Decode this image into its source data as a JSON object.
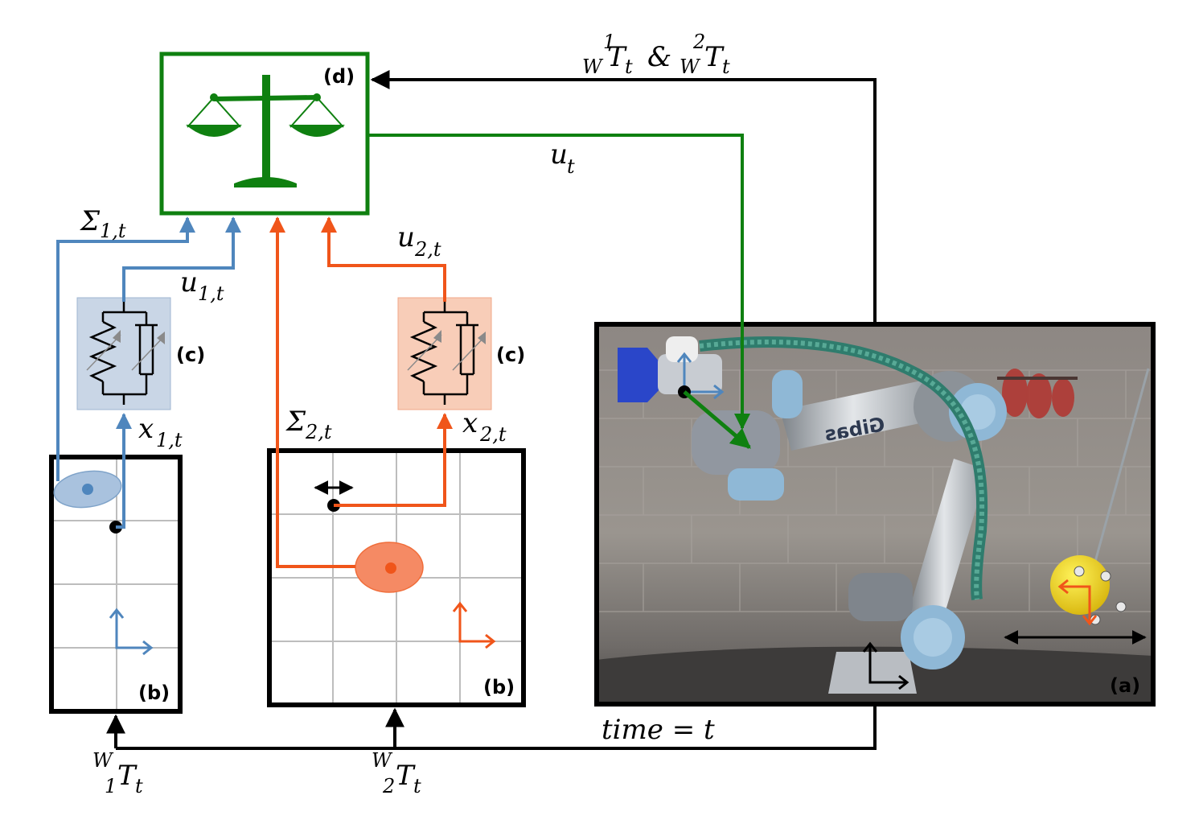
{
  "colors": {
    "green": "#0f8010",
    "blue": "#4f86bd",
    "orange": "#f0551a",
    "black": "#000000",
    "grid": "#bdbdbd",
    "blue_box": "#c9d6e6",
    "orange_box": "#f8cdb8"
  },
  "labels": {
    "tag_d": "(d)",
    "tag_c_left": "(c)",
    "tag_c_right": "(c)",
    "tag_b_left": "(b)",
    "tag_b_right": "(b)",
    "tag_a": "(a)"
  },
  "math": {
    "top_T": {
      "sup1": "1",
      "sub1": "W",
      "base1": "T",
      "subt1": "t",
      "amp": "&",
      "sup2": "2",
      "sub2": "W",
      "base2": "T",
      "subt2": "t"
    },
    "u_t": {
      "base": "u",
      "sub": "t"
    },
    "sigma1": {
      "base": "Σ",
      "sub": "1,t"
    },
    "u1": {
      "base": "u",
      "sub": "1,t"
    },
    "x1": {
      "base": "x",
      "sub": "1,t"
    },
    "sigma2": {
      "base": "Σ",
      "sub": "2,t"
    },
    "u2": {
      "base": "u",
      "sub": "2,t"
    },
    "x2": {
      "base": "x",
      "sub": "2,t"
    },
    "time": "time = t",
    "bottom_T1": {
      "sup": "W",
      "sub": "1",
      "base": "T",
      "subt": "t"
    },
    "bottom_T2": {
      "sup": "W",
      "sub": "2",
      "base": "T",
      "subt": "t"
    }
  },
  "icons": [
    "balance-scale-icon",
    "spring-damper-icon",
    "robot-arm-photo",
    "grid-map"
  ]
}
